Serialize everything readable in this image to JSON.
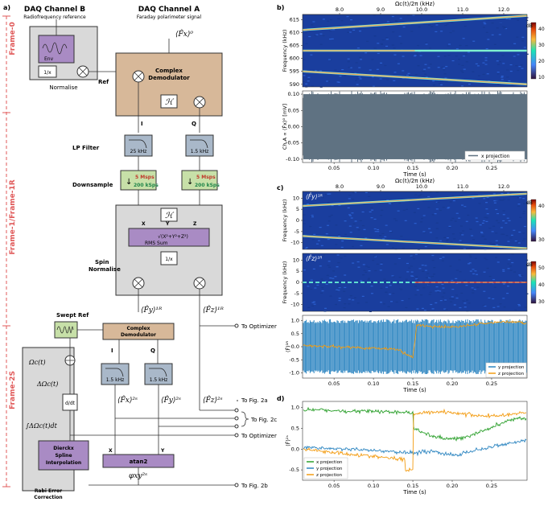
{
  "panel_labels": {
    "a": "a)",
    "b": "b)",
    "c": "c)",
    "d": "d)"
  },
  "frames": {
    "f0": "Frame-0",
    "f1": "Frame-1/Frame-1R",
    "f2": "Frame-2S"
  },
  "diagram": {
    "daq_b": "DAQ Channel B",
    "daq_a": "DAQ Channel A",
    "rf_ref": "Radiofrequency reference",
    "faraday": "Faraday polarimeter signal",
    "fx0": "⟨F̂x⟩⁰",
    "env": "Env",
    "inv": "1/x",
    "normalise": "Normalise",
    "ref": "Ref",
    "complex_demod": "Complex\nDemodulator",
    "hilbert": "ℋ",
    "i_label": "I",
    "q_label": "Q",
    "lp_filter": "LP Filter",
    "lp_25k": "25 kHz",
    "lp_15k": "1.5 kHz",
    "downsample": "Downsample",
    "ds_5msps": "5 Msps",
    "ds_200k": "200 kSps",
    "x": "X",
    "y": "Y",
    "z": "Z",
    "rms_sum": "RMS Sum",
    "rms_formula": "√(X²+Y²+Z²)",
    "spin_normalise": "Spin\nNormalise",
    "fy1r": "⟨F̂y⟩¹ᴿ",
    "fz1r": "⟨F̂z⟩¹ᴿ",
    "to_optimizer": "To Optimizer",
    "swept_ref": "Swept Ref",
    "omega": "Ωc(t)",
    "delta_omega": "ΔΩc(t)",
    "ddt": "d/dt",
    "integral": "∫ΔΩc(t)dt",
    "lp2": "1.5 kHz",
    "fx2s": "⟨F̂x⟩²ˢ",
    "fy2s": "⟨F̂y⟩²ˢ",
    "fz2s": "⟨F̂z⟩²ˢ",
    "to_fig2a": "To Fig. 2a",
    "to_fig2c": "To Fig. 2c",
    "to_optimizer2": "To Optimizer",
    "dierckx": "Dierckx\nSpline\nInterpolation",
    "atan2": "atan2",
    "phi": "φxy²ˢ",
    "to_fig2b": "To Fig. 2b",
    "rabi": "Rabi Error\nCorrection"
  },
  "chart_data": [
    {
      "id": "b-spectrogram",
      "type": "heatmap",
      "xlabel_top": "Ωc(t)/2π (kHz)",
      "xticks_top": [
        "8.0",
        "9.0",
        "10.0",
        "11.0",
        "12.0"
      ],
      "ylabel": "Frequency (kHz)",
      "yticks": [
        615,
        610,
        605,
        600,
        595,
        590
      ],
      "ylim": [
        589,
        617
      ],
      "colorbar": {
        "label": "dB",
        "ticks": [
          40,
          30,
          20,
          10
        ]
      },
      "lines": [
        {
          "y_start": 611,
          "y_end": 616.5,
          "color": "#f4a259"
        },
        {
          "y_start": 603,
          "y_end": 603,
          "color": "#f4a259"
        },
        {
          "y_start": 595,
          "y_end": 590,
          "color": "#f4a259"
        }
      ]
    },
    {
      "id": "b-raw",
      "type": "area",
      "ylabel": "Ch.A ∝ ⟨F̂x⟩⁰ [mV]",
      "yticks": [
        "0.10",
        "0.05",
        "0.00",
        "-0.05",
        "-0.10"
      ],
      "ylim": [
        -0.11,
        0.11
      ],
      "xlabel": "Time (s)",
      "xticks": [
        "0.05",
        "0.10",
        "0.15",
        "0.20",
        "0.25"
      ],
      "xlim": [
        0.01,
        0.295
      ],
      "legend": [
        "x projection"
      ],
      "series_color": "#5f7282"
    },
    {
      "id": "c-fy-spectrogram",
      "type": "heatmap",
      "xlabel_top": "Ωc(t)/2π (kHz)",
      "xticks_top": [
        "8.0",
        "9.0",
        "10.0",
        "11.0",
        "12.0"
      ],
      "ylabel": "Frequency (kHz)",
      "yticks": [
        10,
        5,
        0,
        -5,
        -10
      ],
      "ylim": [
        -13,
        13
      ],
      "annotation": "⟨F̂y⟩¹ᴿ",
      "colorbar": {
        "label": "dB",
        "ticks": [
          40,
          30
        ]
      }
    },
    {
      "id": "c-fz-spectrogram",
      "type": "heatmap",
      "ylabel": "Frequency (kHz)",
      "yticks": [
        10,
        5,
        0,
        -5,
        -10
      ],
      "ylim": [
        -13,
        13
      ],
      "annotation": "⟨F̂z⟩¹ᴿ",
      "colorbar": {
        "label": "dB",
        "ticks": [
          50,
          40,
          30
        ]
      }
    },
    {
      "id": "c-projections",
      "type": "line",
      "ylabel": "⟨F̂⟩¹ᴿ",
      "yticks": [
        "1.0",
        "0.5",
        "0.0",
        "-0.5",
        "-1.0"
      ],
      "ylim": [
        -1.2,
        1.2
      ],
      "xlabel": "Time (s)",
      "xticks": [
        "0.05",
        "0.10",
        "0.15",
        "0.20",
        "0.25"
      ],
      "xlim": [
        0.01,
        0.295
      ],
      "legend": [
        "y projection",
        "z projection"
      ],
      "series": [
        {
          "name": "y projection",
          "color": "#2e86c1"
        },
        {
          "name": "z projection",
          "color": "#f39c12"
        }
      ]
    },
    {
      "id": "d-projections",
      "type": "line",
      "ylabel": "⟨F̂⟩²ˢ",
      "yticks": [
        "1.0",
        "0.5",
        "0.0",
        "-0.5"
      ],
      "ylim": [
        -0.75,
        1.15
      ],
      "xlabel": "Time (s)",
      "xticks": [
        "0.05",
        "0.10",
        "0.15",
        "0.20",
        "0.25"
      ],
      "xlim": [
        0.01,
        0.295
      ],
      "legend": [
        "x projection",
        "y projection",
        "z projection"
      ],
      "series": [
        {
          "name": "x projection",
          "color": "#2ca02c"
        },
        {
          "name": "y projection",
          "color": "#2e86c1"
        },
        {
          "name": "z projection",
          "color": "#f39c12"
        }
      ]
    }
  ]
}
